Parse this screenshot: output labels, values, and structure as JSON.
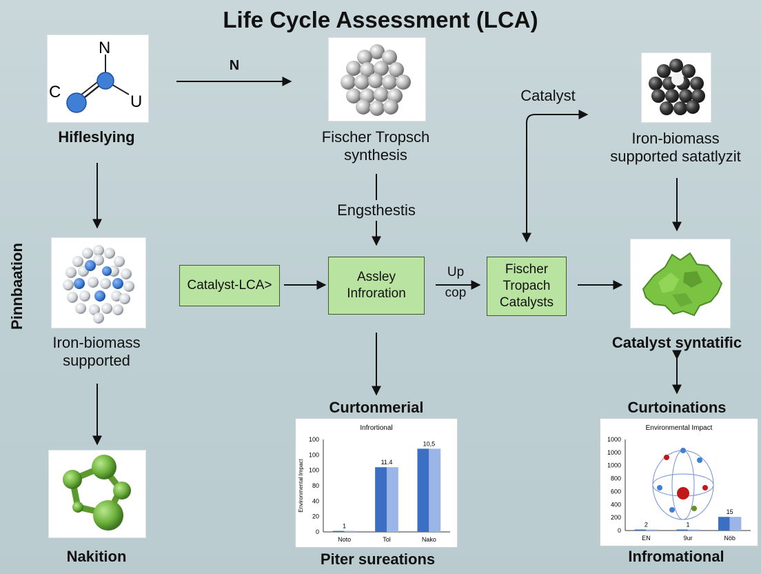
{
  "title": "Life Cycle Assessment  (LCA)",
  "side_label": "Pinnbaation",
  "labels": {
    "hifleslying": "Hifleslying",
    "fischer_synthesis_line1": "Fischer Tropsch",
    "fischer_synthesis_line2": "synthesis",
    "engsthestis": "Engsthestis",
    "n_arrow": "N",
    "catalyst_top": "Catalyst",
    "iron_biomass_sat_line1": "Iron-biomass",
    "iron_biomass_sat_line2": "supported satatlyzit",
    "iron_biomass_sup_line1": "Iron-biomass",
    "iron_biomass_sup_line2": "supported",
    "nakition": "Nakition",
    "up_cop_line1": "Up",
    "up_cop_line2": "cop",
    "catalyst_syntatific": "Catalyst syntatific",
    "curtonmerial": "Curtonmerial",
    "curtoinations": "Curtoinations",
    "piter_sureations": "Piter sureations",
    "infromational": "Infromational"
  },
  "molecule_letters": {
    "n": "N",
    "c": "C",
    "u": "U"
  },
  "boxes": {
    "catalyst_lca": "Catalyst-LCA>",
    "assley_line1": "Assley",
    "assley_line2": "Infroration",
    "fischer_line1": "Fischer",
    "fischer_line2": "Tropach",
    "fischer_line3": "Catalysts"
  },
  "colors": {
    "background": "#c2d3d6",
    "green_box": "#b9e3a1",
    "bar_dark": "#3a6fc4",
    "bar_light": "#9bb6e6",
    "molecule_green": "#6fb23d",
    "atom_blue": "#3f7fd6"
  },
  "chart_data": [
    {
      "type": "bar",
      "title": "Infrortional",
      "ylabel": "Environmental Impact",
      "yticks": [
        "100",
        "100",
        "100",
        "80",
        "40",
        "20",
        "0"
      ],
      "ylim": [
        0,
        100
      ],
      "categories": [
        "Noto",
        "Tol",
        "Nako"
      ],
      "values": [
        1,
        70,
        90
      ],
      "data_labels": [
        "1",
        "11.4",
        "10,5"
      ]
    },
    {
      "type": "bar",
      "title": "Environmental Impact",
      "yticks": [
        "1000",
        "1000",
        "1000",
        "800",
        "600",
        "400",
        "200",
        "0"
      ],
      "ylim": [
        0,
        1000
      ],
      "categories": [
        "EN",
        "9ur",
        "Nöb"
      ],
      "values": [
        2,
        1,
        150
      ],
      "data_labels": [
        "2",
        "1",
        "15"
      ]
    }
  ]
}
